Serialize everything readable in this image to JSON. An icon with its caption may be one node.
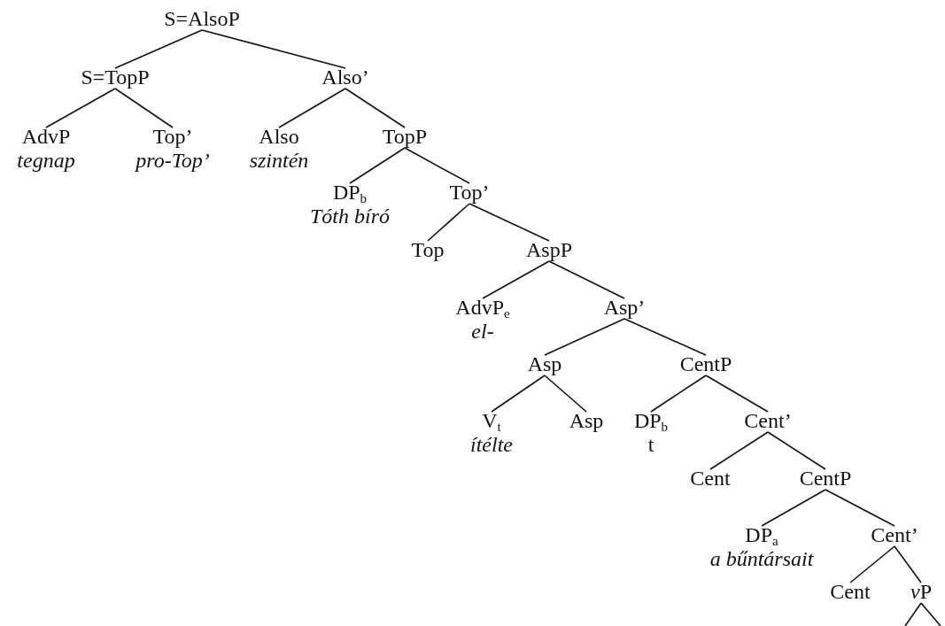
{
  "diagram": {
    "nodes": [
      {
        "text": [
          "S=AlsoP"
        ]
      },
      {
        "text": [
          "S=TopP"
        ]
      },
      {
        "text": [
          "Also’"
        ]
      },
      {
        "text": [
          "AdvP",
          "tegnap"
        ]
      },
      {
        "text": [
          "Top’",
          "pro-Top’"
        ]
      },
      {
        "text": [
          "Also",
          "szintén"
        ]
      },
      {
        "text": [
          "TopP"
        ]
      },
      {
        "text": [
          "DP$_{b}$",
          "Tóth bíró"
        ]
      },
      {
        "text": [
          "Top’"
        ]
      },
      {
        "text": [
          "Top"
        ]
      },
      {
        "text": [
          "AspP"
        ]
      },
      {
        "text": [
          "AdvP$_{e}$",
          "el-"
        ]
      },
      {
        "text": [
          "Asp’"
        ]
      },
      {
        "text": [
          "Asp"
        ]
      },
      {
        "text": [
          "CentP"
        ]
      },
      {
        "text": [
          "V$_{t}$",
          "ítélte"
        ]
      },
      {
        "text": [
          "Asp"
        ]
      },
      {
        "text": [
          "DP$_{b}$",
          "t"
        ]
      },
      {
        "text": [
          "Cent’"
        ]
      },
      {
        "text": [
          "Cent"
        ]
      },
      {
        "text": [
          "CentP"
        ]
      },
      {
        "text": [
          "DP$_{a}$",
          "a bűntársait"
        ]
      },
      {
        "text": [
          "Cent’"
        ]
      },
      {
        "text": [
          "Cent"
        ]
      },
      {
        "text": [
          "vP"
        ]
      }
    ],
    "edges": [
      {
        "from": 0,
        "to": 1,
        "arrow": "none"
      },
      {
        "from": 0,
        "to": 2,
        "arrow": "none"
      },
      {
        "from": 1,
        "to": 3,
        "arrow": "none"
      },
      {
        "from": 1,
        "to": 4,
        "arrow": "none"
      },
      {
        "from": 2,
        "to": 5,
        "arrow": "none"
      },
      {
        "from": 2,
        "to": 6,
        "arrow": "none"
      },
      {
        "from": 6,
        "to": 7,
        "arrow": "none"
      },
      {
        "from": 6,
        "to": 8,
        "arrow": "none"
      },
      {
        "from": 8,
        "to": 9,
        "arrow": "none"
      },
      {
        "from": 8,
        "to": 10,
        "arrow": "none"
      },
      {
        "from": 10,
        "to": 11,
        "arrow": "none"
      },
      {
        "from": 10,
        "to": 12,
        "arrow": "none"
      },
      {
        "from": 12,
        "to": 13,
        "arrow": "none"
      },
      {
        "from": 12,
        "to": 14,
        "arrow": "none"
      },
      {
        "from": 13,
        "to": 15,
        "arrow": "none"
      },
      {
        "from": 13,
        "to": 16,
        "arrow": "none"
      },
      {
        "from": 14,
        "to": 17,
        "arrow": "none"
      },
      {
        "from": 14,
        "to": 18,
        "arrow": "none"
      },
      {
        "from": 18,
        "to": 19,
        "arrow": "none"
      },
      {
        "from": 18,
        "to": 20,
        "arrow": "none"
      },
      {
        "from": 20,
        "to": 21,
        "arrow": "none"
      },
      {
        "from": 20,
        "to": 22,
        "arrow": "none"
      },
      {
        "from": 22,
        "to": 23,
        "arrow": "none"
      },
      {
        "from": 22,
        "to": 24,
        "arrow": "none"
      },
      {
        "from": 24,
        "to": null,
        "arrow": "none"
      },
      {
        "from": 24,
        "to": null,
        "arrow": "none"
      }
    ]
  }
}
